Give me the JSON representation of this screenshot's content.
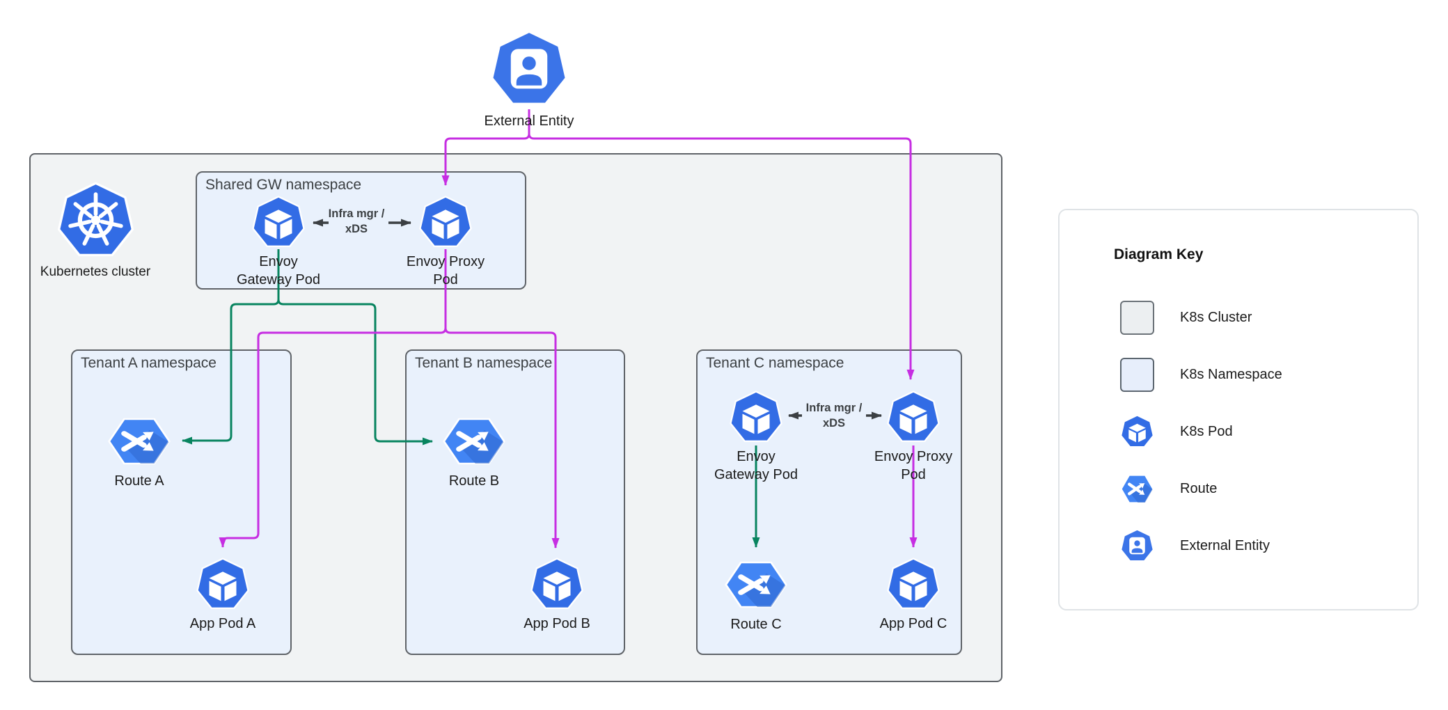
{
  "colors": {
    "traffic_edge_magenta": "#c62ee2",
    "control_edge_green": "#08845f",
    "xds_arrow_gray": "#3c4043",
    "pod_blue": "#326ce5",
    "route_blue": "#4285f4",
    "route_shade_blue": "#2b63c9",
    "external_blue": "#3b74e8",
    "namespace_fill": "#e9f1fc",
    "cluster_fill": "#f1f3f4",
    "box_border_gray": "#5f6368"
  },
  "external_entity": {
    "label": "External Entity"
  },
  "cluster": {
    "label": "Kubernetes cluster"
  },
  "shared_ns": {
    "title": "Shared GW namespace",
    "gateway": {
      "line1": "Envoy",
      "line2": "Gateway Pod"
    },
    "proxy": {
      "line1": "Envoy Proxy",
      "line2": "Pod"
    },
    "xds": {
      "line1": "Infra mgr /",
      "line2": "xDS"
    }
  },
  "tenant_a": {
    "title": "Tenant A namespace",
    "route": "Route A",
    "app_pod": "App Pod A"
  },
  "tenant_b": {
    "title": "Tenant B namespace",
    "route": "Route B",
    "app_pod": "App Pod B"
  },
  "tenant_c": {
    "title": "Tenant C namespace",
    "gateway": {
      "line1": "Envoy",
      "line2": "Gateway Pod"
    },
    "proxy": {
      "line1": "Envoy Proxy",
      "line2": "Pod"
    },
    "xds": {
      "line1": "Infra mgr /",
      "line2": "xDS"
    },
    "route": "Route C",
    "app_pod": "App Pod C"
  },
  "key": {
    "title": "Diagram Key",
    "items": [
      {
        "icon": "k8s-cluster-swatch",
        "label": "K8s Cluster"
      },
      {
        "icon": "k8s-namespace-swatch",
        "label": "K8s Namespace"
      },
      {
        "icon": "k8s-pod-icon",
        "label": "K8s Pod"
      },
      {
        "icon": "route-icon",
        "label": "Route"
      },
      {
        "icon": "external-entity-icon",
        "label": "External Entity"
      }
    ]
  }
}
